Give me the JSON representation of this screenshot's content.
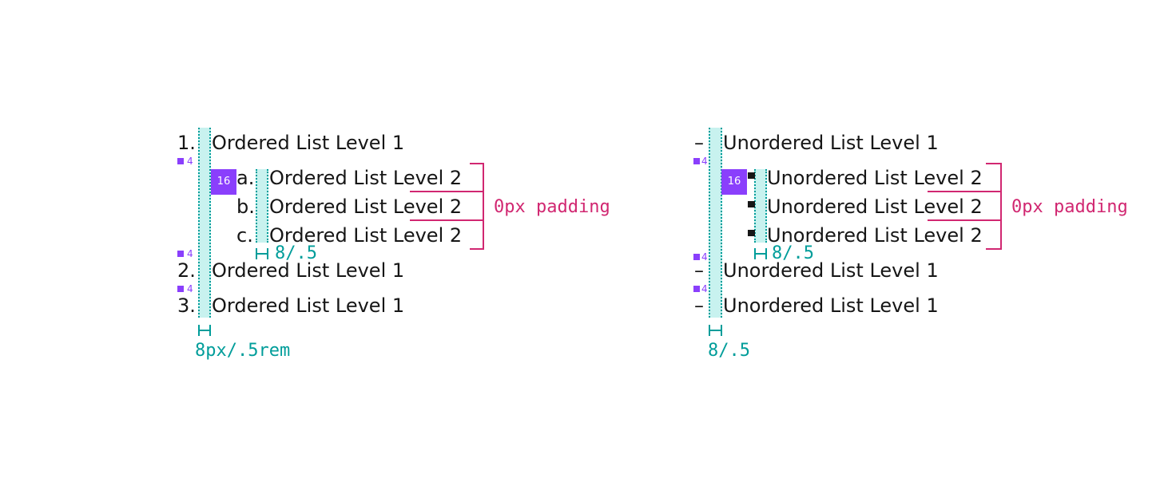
{
  "ordered": {
    "level1": [
      {
        "marker": "1.",
        "text": "Ordered List Level 1"
      },
      {
        "marker": "2.",
        "text": "Ordered List Level 1"
      },
      {
        "marker": "3.",
        "text": "Ordered List Level 1"
      }
    ],
    "level2": [
      {
        "marker": "a.",
        "text": "Ordered List Level 2"
      },
      {
        "marker": "b.",
        "text": "Ordered List Level 2"
      },
      {
        "marker": "c.",
        "text": "Ordered List Level 2"
      }
    ],
    "spacing_labels": [
      "4",
      "4",
      "4"
    ],
    "indent_badge": "16",
    "inner_gap_label": "8/.5",
    "outer_gap_label": "8px/.5rem",
    "padding_label": "0px padding"
  },
  "unordered": {
    "level1": [
      {
        "marker": "–",
        "text": "Unordered List Level 1"
      },
      {
        "marker": "–",
        "text": "Unordered List Level 1"
      },
      {
        "marker": "–",
        "text": "Unordered List Level 1"
      }
    ],
    "level2": [
      {
        "text": "Unordered List Level 2"
      },
      {
        "text": "Unordered List Level 2"
      },
      {
        "text": "Unordered List Level 2"
      }
    ],
    "spacing_labels": [
      "4",
      "4",
      "4"
    ],
    "indent_badge": "16",
    "inner_gap_label": "8/.5",
    "outer_gap_label": "8/.5",
    "padding_label": "0px padding"
  },
  "colors": {
    "text": "#161616",
    "spacing_purple": "#8a3ffc",
    "gap_teal": "#009d9a",
    "gap_fill": "#c8f2ef",
    "padding_magenta": "#d12771"
  }
}
